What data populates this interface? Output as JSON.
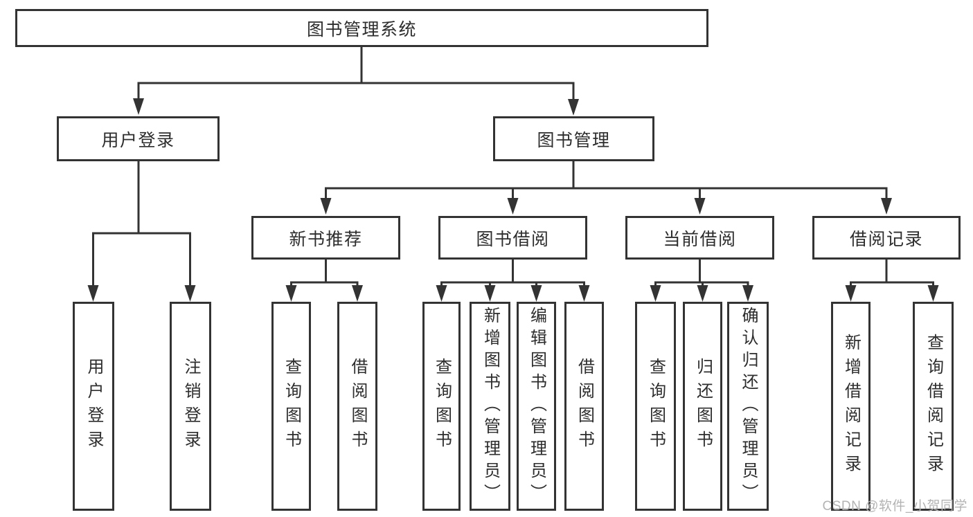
{
  "tree": {
    "label": "图书管理系统",
    "children": [
      {
        "label": "用户登录",
        "children": [
          {
            "label": "用户登录"
          },
          {
            "label": "注销登录"
          }
        ]
      },
      {
        "label": "图书管理",
        "children": [
          {
            "label": "新书推荐",
            "children": [
              {
                "label": "查询图书"
              },
              {
                "label": "借阅图书"
              }
            ]
          },
          {
            "label": "图书借阅",
            "children": [
              {
                "label": "查询图书"
              },
              {
                "label": "新增图书（管理员）"
              },
              {
                "label": "编辑图书（管理员）"
              },
              {
                "label": "借阅图书"
              }
            ]
          },
          {
            "label": "当前借阅",
            "children": [
              {
                "label": "查询图书"
              },
              {
                "label": "归还图书"
              },
              {
                "label": "确认归还（管理员）"
              }
            ]
          },
          {
            "label": "借阅记录",
            "children": [
              {
                "label": "新增借阅记录"
              },
              {
                "label": "查询借阅记录"
              }
            ]
          }
        ]
      }
    ]
  },
  "watermark": {
    "text": "CSDN @软件_小贺同学"
  },
  "colors": {
    "line": "#333333",
    "text": "#2d2d2d",
    "watermark": "#b3b3b3",
    "background": "#ffffff"
  }
}
